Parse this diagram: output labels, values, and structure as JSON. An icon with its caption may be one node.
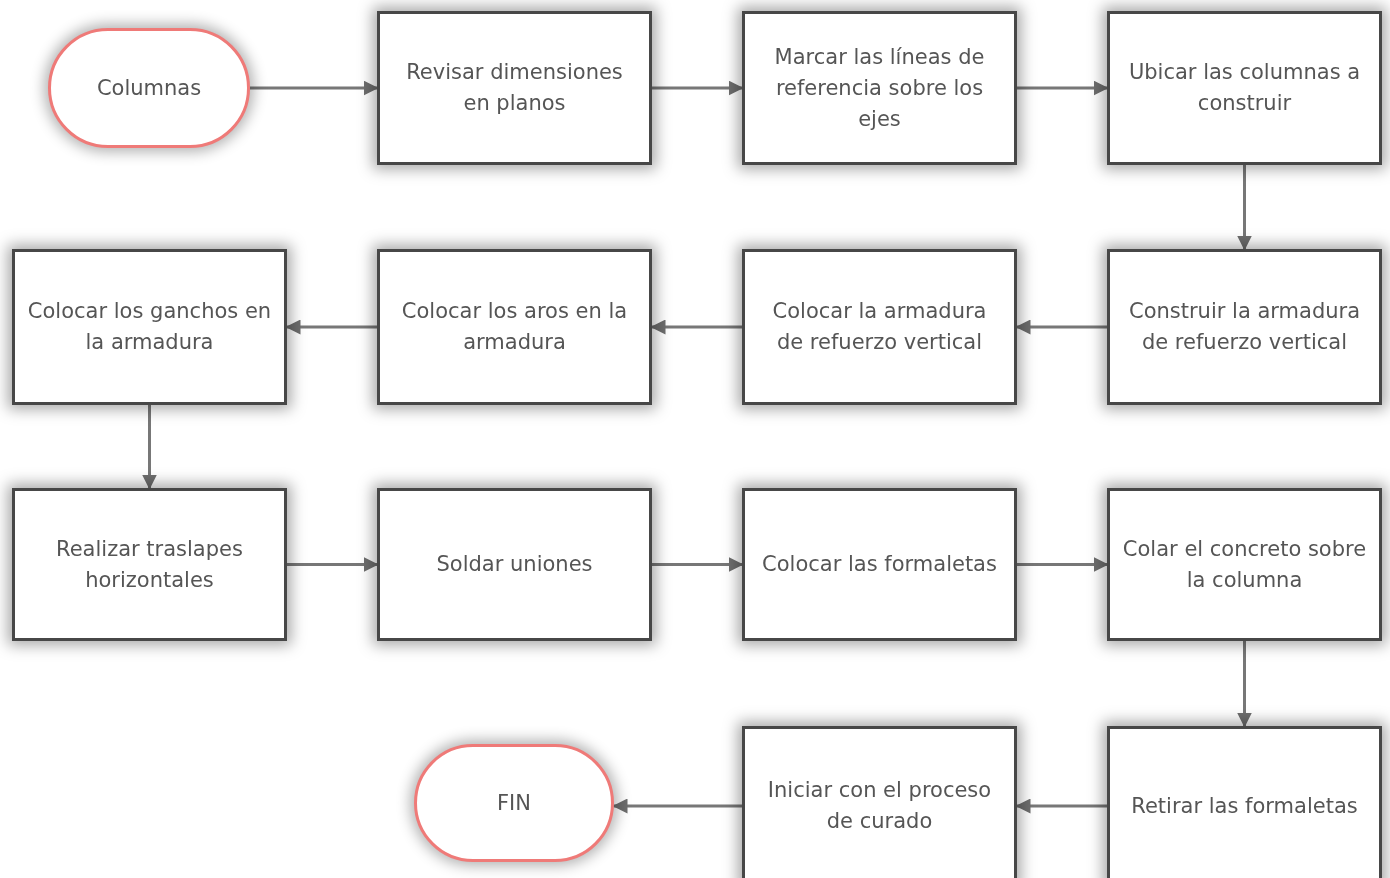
{
  "diagram": {
    "nodes": [
      {
        "text": [
          "Columnas"
        ]
      },
      {
        "text": [
          "Revisar dimensiones en planos"
        ]
      },
      {
        "text": [
          "Marcar las líneas de referencia sobre los ejes"
        ]
      },
      {
        "text": [
          "Ubicar las columnas a construir"
        ]
      },
      {
        "text": [
          "Colocar los ganchos en la armadura"
        ]
      },
      {
        "text": [
          "Colocar los aros en la armadura"
        ]
      },
      {
        "text": [
          "Colocar la armadura de refuerzo vertical"
        ]
      },
      {
        "text": [
          "Construir la armadura de refuerzo vertical"
        ]
      },
      {
        "text": [
          "Realizar traslapes horizontales"
        ]
      },
      {
        "text": [
          "Soldar uniones"
        ]
      },
      {
        "text": [
          "Colocar las formaletas"
        ]
      },
      {
        "text": [
          "Colar el concreto sobre la columna"
        ]
      },
      {
        "text": [
          "FIN"
        ]
      },
      {
        "text": [
          "Iniciar con el proceso de curado"
        ]
      },
      {
        "text": [
          "Retirar las formaletas"
        ]
      }
    ],
    "edges": [
      {
        "from": 0,
        "to": 1,
        "arrow": "to"
      },
      {
        "from": 1,
        "to": 2,
        "arrow": "to"
      },
      {
        "from": 2,
        "to": 3,
        "arrow": "to"
      },
      {
        "from": 3,
        "to": 7,
        "arrow": "to"
      },
      {
        "from": 7,
        "to": 6,
        "arrow": "to"
      },
      {
        "from": 6,
        "to": 5,
        "arrow": "to"
      },
      {
        "from": 5,
        "to": 4,
        "arrow": "to"
      },
      {
        "from": 4,
        "to": 8,
        "arrow": "to"
      },
      {
        "from": 8,
        "to": 9,
        "arrow": "to"
      },
      {
        "from": 9,
        "to": 10,
        "arrow": "to"
      },
      {
        "from": 10,
        "to": 11,
        "arrow": "to"
      },
      {
        "from": 11,
        "to": 14,
        "arrow": "to"
      },
      {
        "from": 14,
        "to": 13,
        "arrow": "to"
      },
      {
        "from": 13,
        "to": 12,
        "arrow": "to"
      }
    ]
  }
}
